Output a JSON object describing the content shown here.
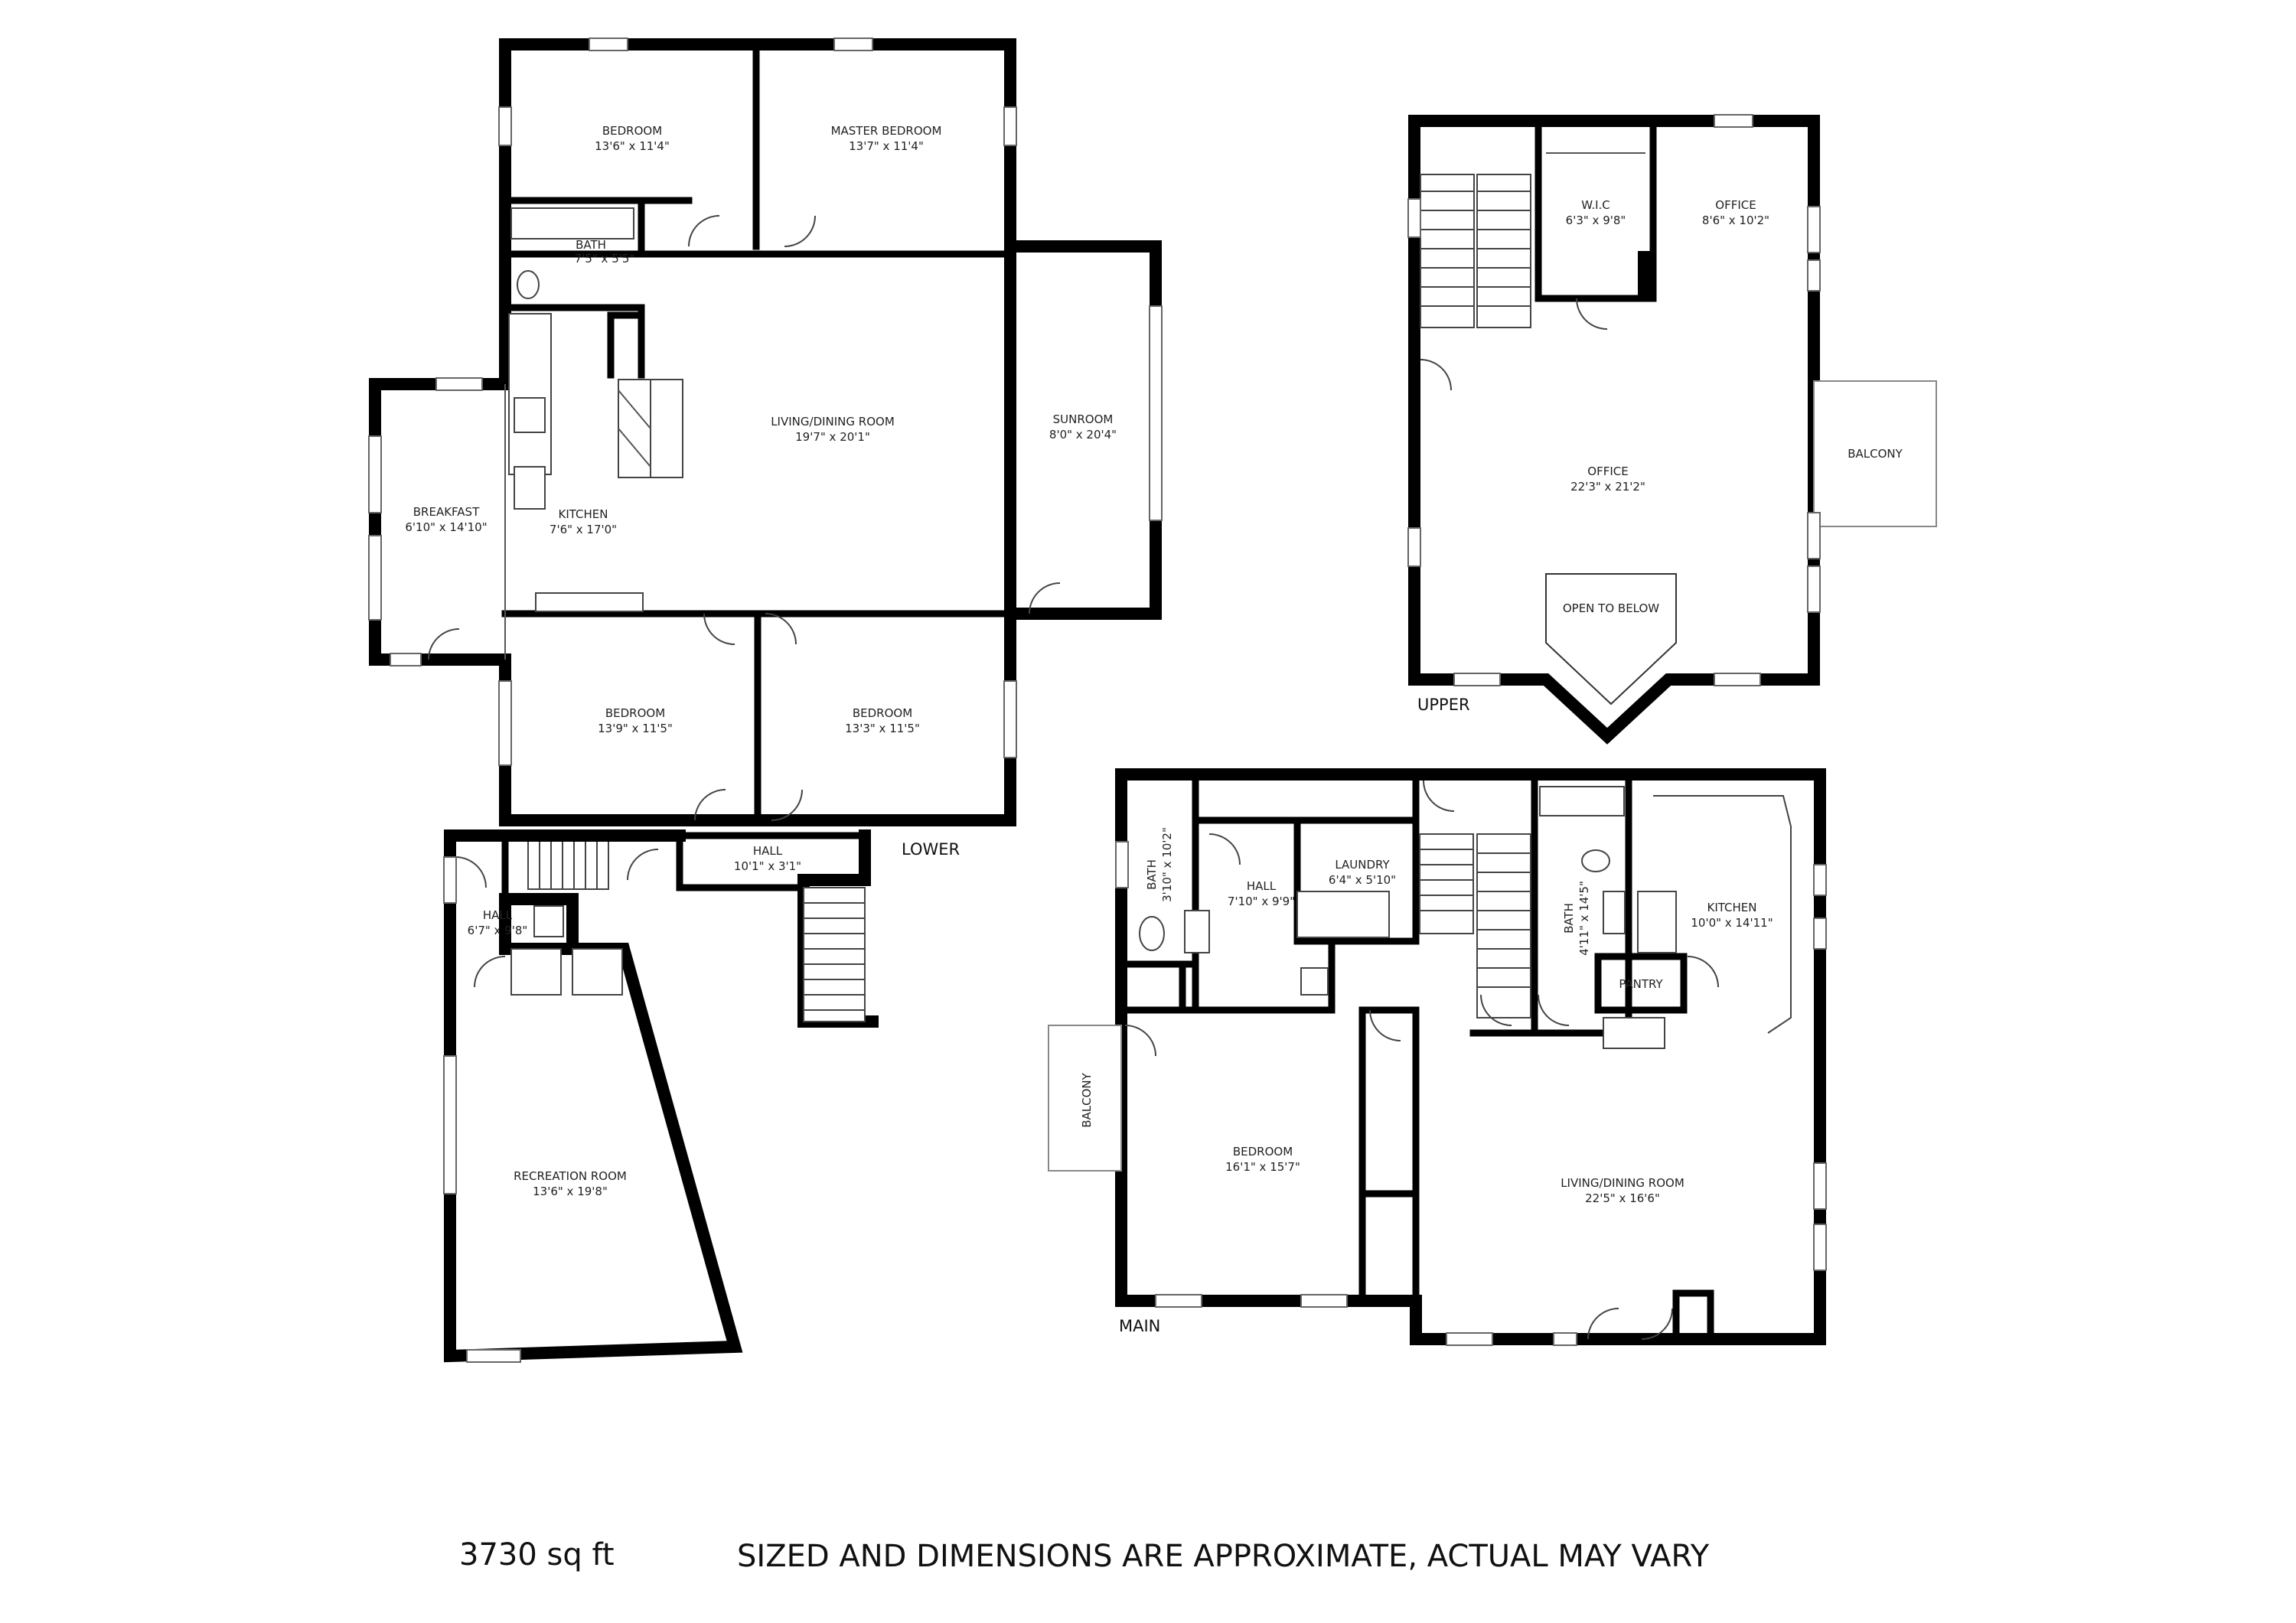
{
  "floors": {
    "lower": "LOWER",
    "upper": "UPPER",
    "main": "MAIN"
  },
  "rooms": {
    "lower_bedroom_top": {
      "name": "BEDROOM",
      "dim": "13'6\" x 11'4\""
    },
    "lower_master_bedroom": {
      "name": "MASTER BEDROOM",
      "dim": "13'7\" x 11'4\""
    },
    "lower_bath": {
      "name": "BATH",
      "dim": "7'5\" x 5'5\""
    },
    "lower_living_dining": {
      "name": "LIVING/DINING ROOM",
      "dim": "19'7\" x 20'1\""
    },
    "lower_sunroom": {
      "name": "SUNROOM",
      "dim": "8'0\" x 20'4\""
    },
    "lower_breakfast": {
      "name": "BREAKFAST",
      "dim": "6'10\" x 14'10\""
    },
    "lower_kitchen": {
      "name": "KITCHEN",
      "dim": "7'6\" x 17'0\""
    },
    "lower_bedroom_left": {
      "name": "BEDROOM",
      "dim": "13'9\" x 11'5\""
    },
    "lower_bedroom_right": {
      "name": "BEDROOM",
      "dim": "13'3\" x 11'5\""
    },
    "lower_hall_long": {
      "name": "HALL",
      "dim": "10'1\" x 3'1\""
    },
    "lower_hall_small": {
      "name": "HALL",
      "dim": "6'7\" x 9'8\""
    },
    "lower_recreation": {
      "name": "RECREATION ROOM",
      "dim": "13'6\" x 19'8\""
    },
    "upper_wic": {
      "name": "W.I.C",
      "dim": "6'3\" x 9'8\""
    },
    "upper_office_small": {
      "name": "OFFICE",
      "dim": "8'6\" x 10'2\""
    },
    "upper_office_large": {
      "name": "OFFICE",
      "dim": "22'3\" x 21'2\""
    },
    "upper_balcony": {
      "name": "BALCONY"
    },
    "upper_open_to_below": {
      "name": "OPEN TO BELOW"
    },
    "main_bath_left": {
      "name": "BATH",
      "dim": "3'10\" x 10'2\""
    },
    "main_hall": {
      "name": "HALL",
      "dim": "7'10\" x 9'9\""
    },
    "main_laundry": {
      "name": "LAUNDRY",
      "dim": "6'4\" x 5'10\""
    },
    "main_bath_mid": {
      "name": "BATH",
      "dim": "4'11\" x 14'5\""
    },
    "main_kitchen": {
      "name": "KITCHEN",
      "dim": "10'0\" x 14'11\""
    },
    "main_pantry": {
      "name": "PANTRY"
    },
    "main_balcony": {
      "name": "BALCONY"
    },
    "main_bedroom": {
      "name": "BEDROOM",
      "dim": "16'1\" x 15'7\""
    },
    "main_living_dining": {
      "name": "LIVING/DINING ROOM",
      "dim": "22'5\" x 16'6\""
    }
  },
  "footer": {
    "area": "3730 sq ft",
    "disclaimer": "SIZED AND DIMENSIONS ARE APPROXIMATE, ACTUAL MAY VARY"
  }
}
